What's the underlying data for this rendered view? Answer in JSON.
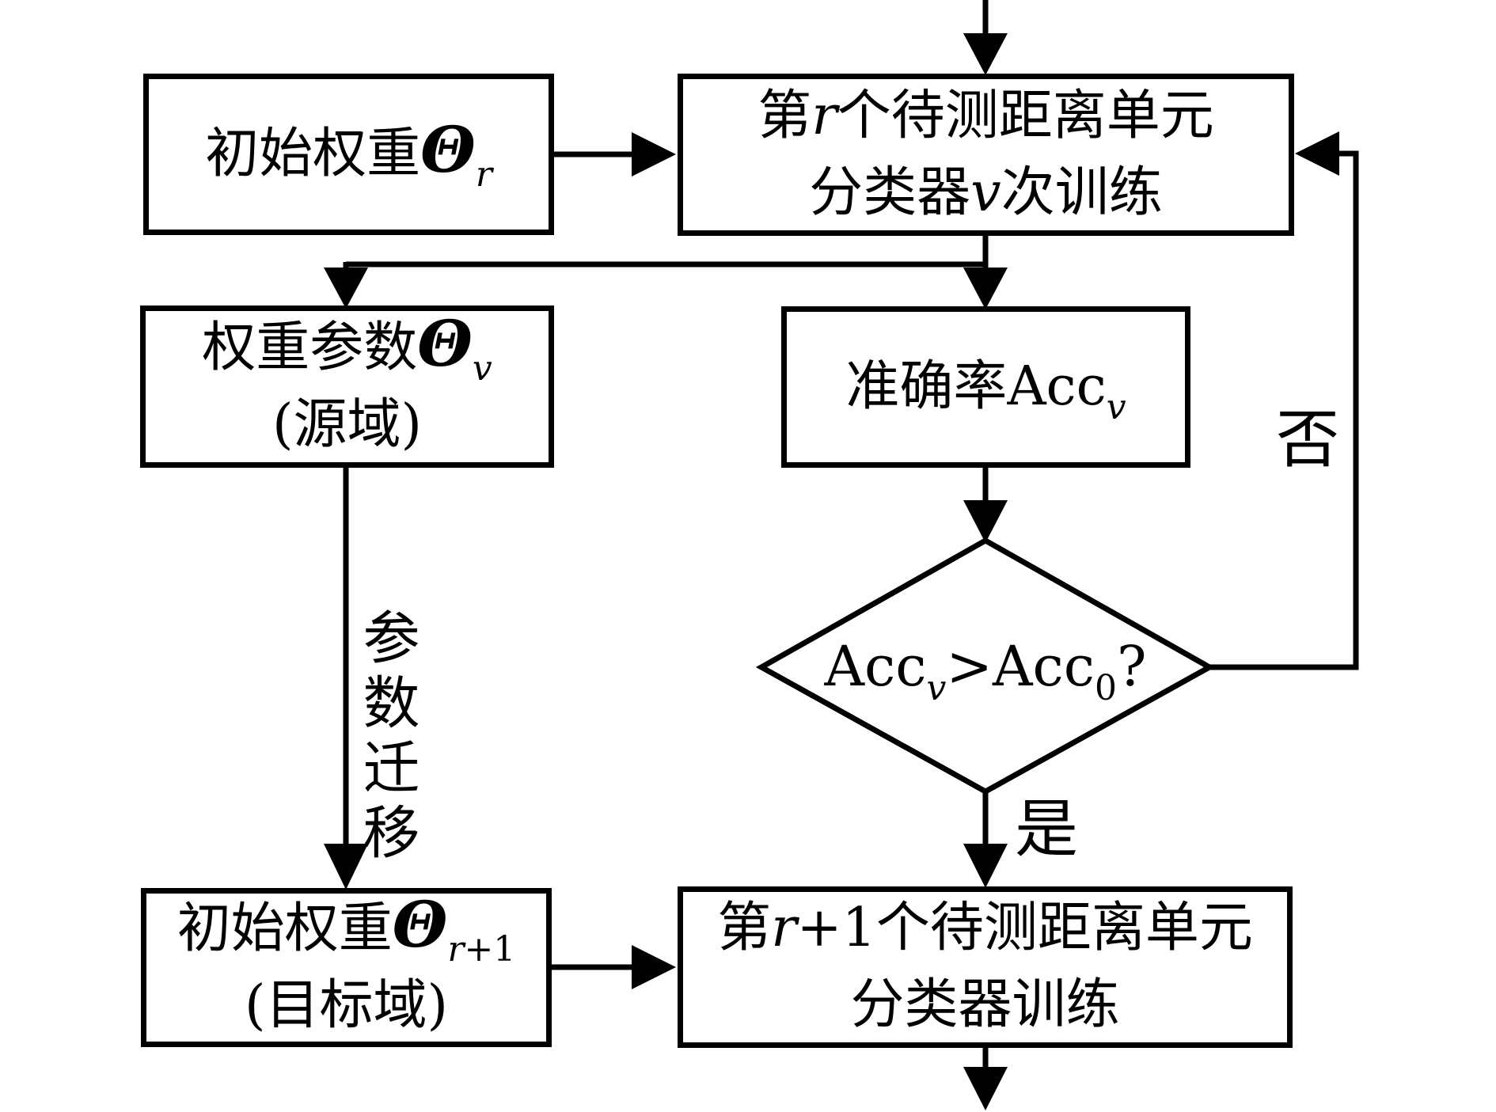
{
  "nodes": {
    "initial_weight_r": {
      "label": "初始权重",
      "theta": "Θ",
      "sub": "r"
    },
    "train_v": {
      "l1a": "第",
      "l1b": "r",
      "l1c": "个待测距离单元",
      "l2a": "分类器",
      "l2b": "v",
      "l2c": "次训练"
    },
    "weight_params": {
      "l1": "权重参数",
      "theta": "Θ",
      "sub": "v",
      "l2": "(源域)"
    },
    "accuracy": {
      "label": "准确率",
      "acc": "Acc",
      "sub": "v"
    },
    "decision": {
      "acc1": "Acc",
      "sub1": "v",
      "op": ">",
      "acc2": "Acc",
      "sub2": "0",
      "tail": "?"
    },
    "initial_weight_r1": {
      "label": "初始权重",
      "theta": "Θ",
      "sub_it": "r",
      "sub_rm": "+1",
      "l2": "(目标域)"
    },
    "train_r1": {
      "l1a": "第",
      "l1b": "r",
      "l1b2": "+1",
      "l1c": "个待测距离单元",
      "l2": "分类器训练"
    }
  },
  "labels": {
    "no": "否",
    "yes": "是",
    "transfer": "参数迁移"
  },
  "colors": {
    "ink": "#000000",
    "paper": "#ffffff"
  }
}
